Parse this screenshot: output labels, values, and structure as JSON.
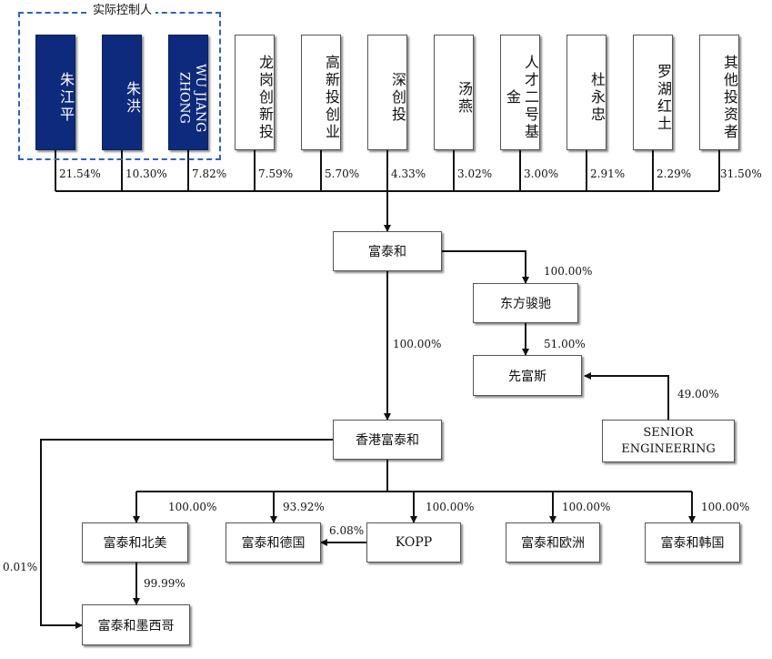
{
  "controller_label": "实际控制人",
  "shareholders": [
    {
      "name": "朱江平",
      "pct": "21.54%",
      "controller": true
    },
    {
      "name": "朱洪",
      "pct": "10.30%",
      "controller": true
    },
    {
      "name": "WU JIANG ZHONG",
      "pct": "7.82%",
      "controller": true
    },
    {
      "name": "龙岗创新投",
      "pct": "7.59%",
      "controller": false
    },
    {
      "name": "高新投创业",
      "pct": "5.70%",
      "controller": false
    },
    {
      "name": "深创投",
      "pct": "4.33%",
      "controller": false
    },
    {
      "name": "汤燕",
      "pct": "3.02%",
      "controller": false
    },
    {
      "name": "人才二号基金",
      "pct": "3.00%",
      "controller": false
    },
    {
      "name": "杜永忠",
      "pct": "2.91%",
      "controller": false
    },
    {
      "name": "罗湖红土",
      "pct": "2.29%",
      "controller": false
    },
    {
      "name": "其他投资者",
      "pct": "31.50%",
      "controller": false
    }
  ],
  "entities": {
    "futaihe": "富泰和",
    "dongfang": "东方骏驰",
    "xianfusi": "先富斯",
    "senior_line1": "SENIOR",
    "senior_line2": "ENGINEERING",
    "hk": "香港富泰和",
    "na": "富泰和北美",
    "de": "富泰和德国",
    "kopp": "KOPP",
    "eu": "富泰和欧洲",
    "kr": "富泰和韩国",
    "mx": "富泰和墨西哥"
  },
  "percents": {
    "futaihe_to_dongfang": "100.00%",
    "futaihe_to_hk": "100.00%",
    "dongfang_to_xianfusi": "51.00%",
    "senior_to_xianfusi": "49.00%",
    "hk_to_na": "100.00%",
    "hk_to_de": "93.92%",
    "kopp_to_de": "6.08%",
    "hk_to_kopp": "100.00%",
    "hk_to_eu": "100.00%",
    "hk_to_kr": "100.00%",
    "na_to_mx": "99.99%",
    "hk_to_mx": "0.01%"
  },
  "colors": {
    "controller_fill": "#0e2a7c",
    "dash": "#2f63b8",
    "line": "#111111"
  }
}
